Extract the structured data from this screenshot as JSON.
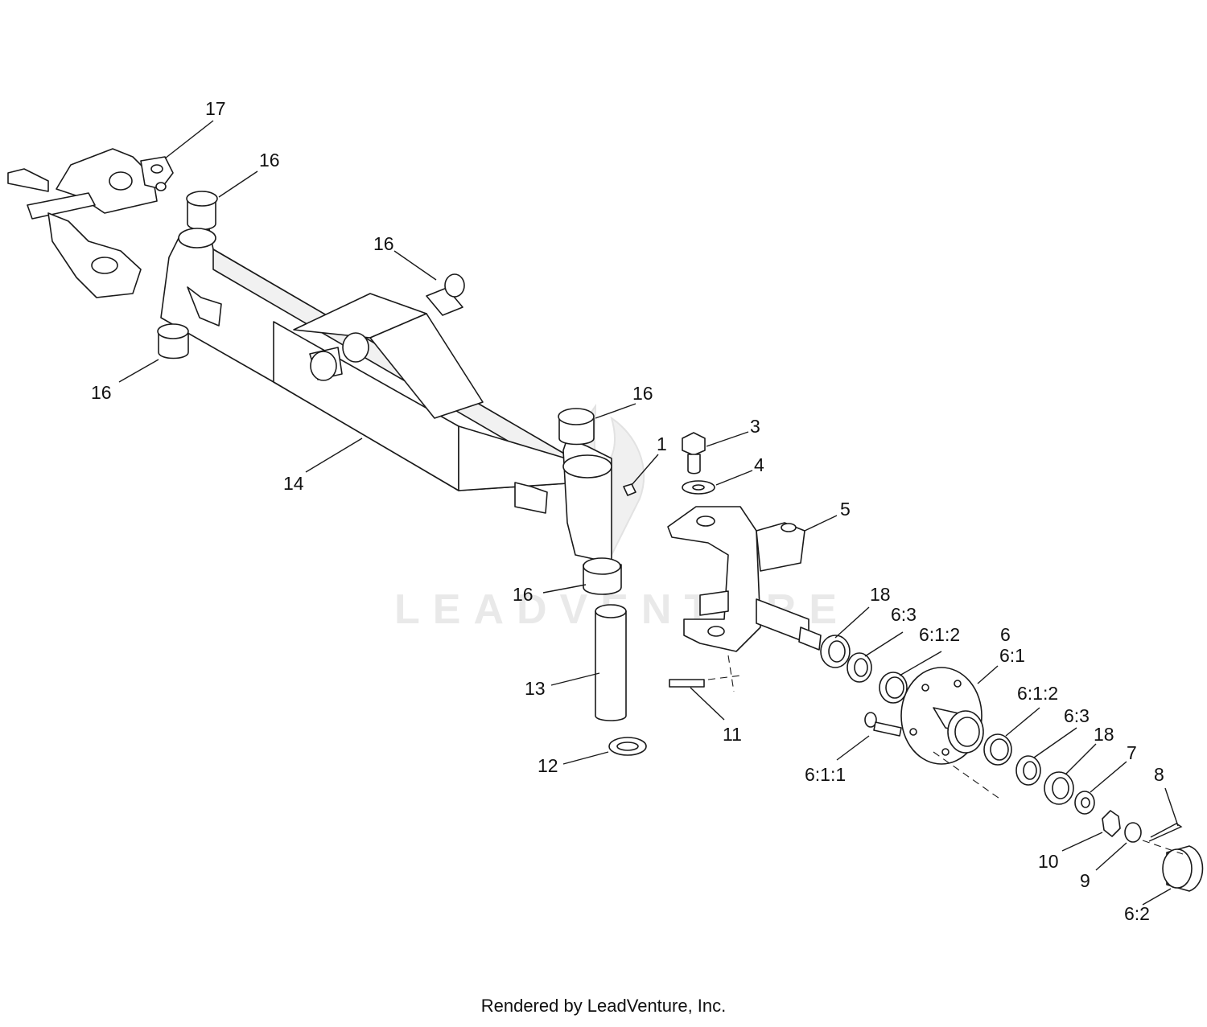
{
  "watermark": {
    "text": "LEADVENTURE"
  },
  "footer": {
    "text": "Rendered by LeadVenture, Inc."
  },
  "callouts": [
    "1",
    "3",
    "4",
    "5",
    "6",
    "6:1",
    "6:1:1",
    "6:1:2",
    "6:1:2",
    "6:2",
    "6:3",
    "6:3",
    "7",
    "8",
    "9",
    "10",
    "11",
    "12",
    "13",
    "14",
    "16",
    "16",
    "16",
    "16",
    "16",
    "17",
    "18",
    "18"
  ]
}
